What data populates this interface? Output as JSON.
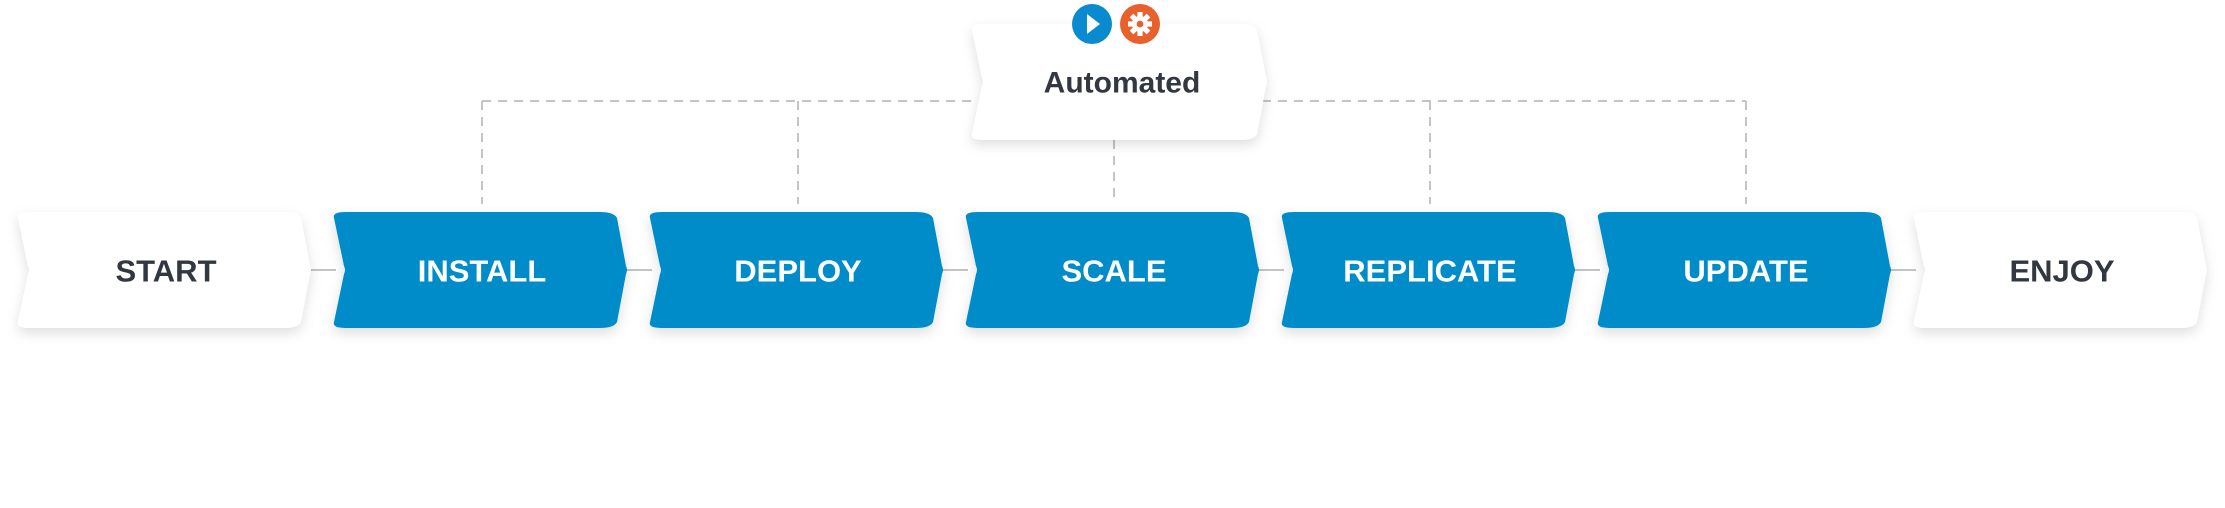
{
  "automation": {
    "label": "Automated",
    "icons": [
      {
        "name": "play-icon",
        "color": "#0a8bd0"
      },
      {
        "name": "gear-icon",
        "color": "#e8612c"
      }
    ]
  },
  "steps": [
    {
      "label": "START",
      "style": "outline"
    },
    {
      "label": "INSTALL",
      "style": "filled",
      "automated": true
    },
    {
      "label": "DEPLOY",
      "style": "filled",
      "automated": true
    },
    {
      "label": "SCALE",
      "style": "filled",
      "automated": true
    },
    {
      "label": "REPLICATE",
      "style": "filled",
      "automated": true
    },
    {
      "label": "UPDATE",
      "style": "filled",
      "automated": true
    },
    {
      "label": "ENJOY",
      "style": "outline"
    }
  ],
  "colors": {
    "filled_bg": "#058cc9",
    "filled_text": "#ffffff",
    "outline_bg": "#ffffff",
    "outline_text": "#333840",
    "connector": "#c4c4c4"
  }
}
